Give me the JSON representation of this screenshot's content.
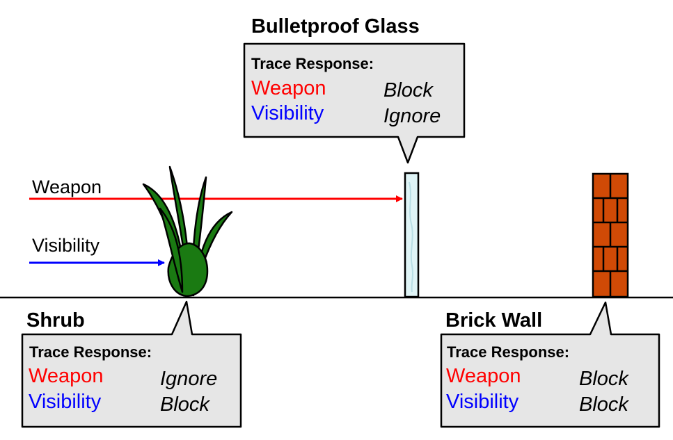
{
  "colors": {
    "weapon": "#ff0000",
    "visibility": "#0000ff",
    "callout_fill": "#e6e6e6",
    "shrub_green": "#1a7a12",
    "brick": "#d04a06",
    "glass": "#dff4f6"
  },
  "rays": {
    "weapon_label": "Weapon",
    "visibility_label": "Visibility"
  },
  "objects": [
    {
      "id": "shrub",
      "title": "Shrub",
      "header": "Trace Response:",
      "channels": [
        {
          "name": "Weapon",
          "response": "Ignore"
        },
        {
          "name": "Visibility",
          "response": "Block"
        }
      ]
    },
    {
      "id": "glass",
      "title": "Bulletproof Glass",
      "header": "Trace Response:",
      "channels": [
        {
          "name": "Weapon",
          "response": "Block"
        },
        {
          "name": "Visibility",
          "response": "Ignore"
        }
      ]
    },
    {
      "id": "wall",
      "title": "Brick Wall",
      "header": "Trace Response:",
      "channels": [
        {
          "name": "Weapon",
          "response": "Block"
        },
        {
          "name": "Visibility",
          "response": "Block"
        }
      ]
    }
  ]
}
